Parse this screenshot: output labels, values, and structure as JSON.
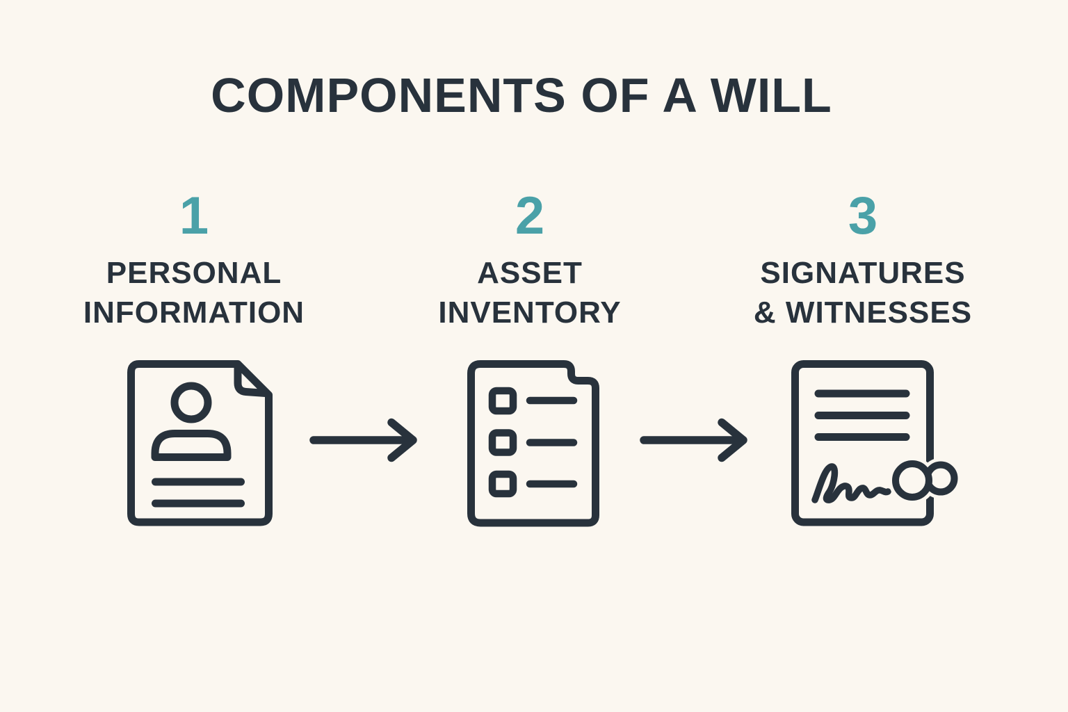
{
  "title": "COMPONENTS OF A WILL",
  "colors": {
    "background": "#fbf7f0",
    "ink": "#28323c",
    "accent_teal": "#4aa1a8"
  },
  "steps": [
    {
      "number": "1",
      "label_line1": "PERSONAL",
      "label_line2": "INFORMATION",
      "icon": "personal-info-document-icon"
    },
    {
      "number": "2",
      "label_line1": "ASSET",
      "label_line2": "INVENTORY",
      "icon": "asset-checklist-icon"
    },
    {
      "number": "3",
      "label_line1": "SIGNATURES",
      "label_line2": "& WITNESSES",
      "icon": "signed-document-icon"
    }
  ],
  "connectors": [
    {
      "icon": "arrow-right-icon"
    },
    {
      "icon": "arrow-right-icon"
    }
  ]
}
